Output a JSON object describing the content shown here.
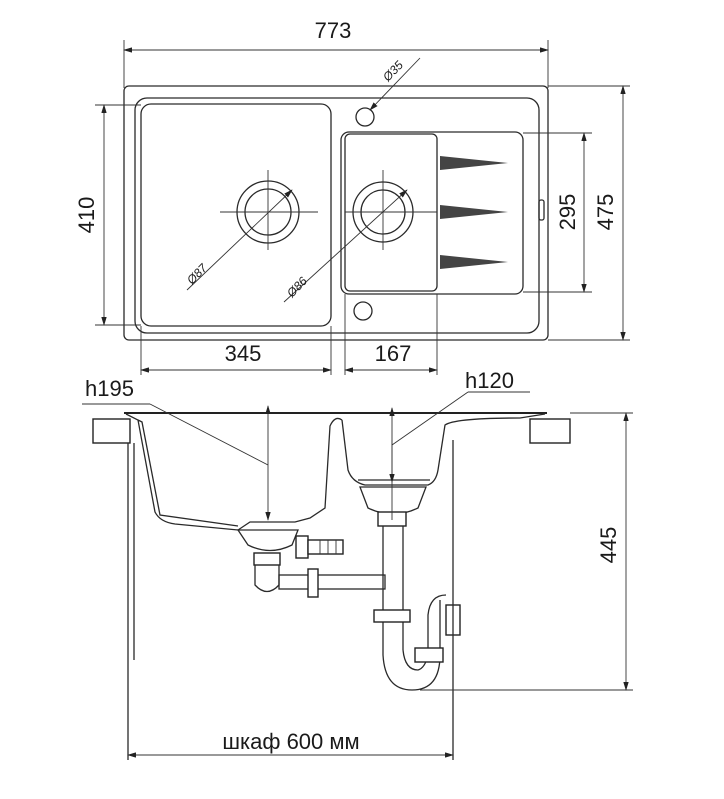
{
  "top_view": {
    "overall_width": "773",
    "tap_hole_diameter": "Ø35",
    "main_bowl_drain_diameter": "Ø87",
    "second_bowl_drain_diameter": "Ø86",
    "main_bowl_length": "410",
    "overall_depth": "475",
    "second_bowl_length": "295",
    "main_bowl_width": "345",
    "second_bowl_width": "167"
  },
  "side_view": {
    "main_bowl_depth": "h195",
    "second_bowl_depth": "h120",
    "install_height": "445",
    "cabinet_label": "шкаф 600 мм"
  }
}
